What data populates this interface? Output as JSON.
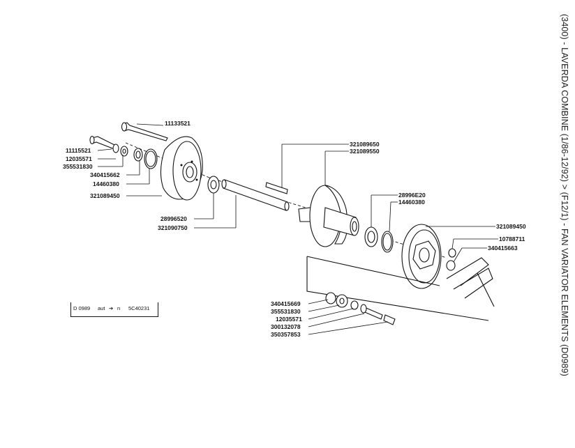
{
  "title": "(3400) - LAVERDA COMBINE (1/86-12/92) > (F12/1) - FAN VARIATOR ELEMENTS (D0989)",
  "code_box": {
    "drawing": "D 0989",
    "range_from": "aut",
    "arrow": "➔",
    "range_to": "n",
    "code": "5C40231"
  },
  "labels": [
    "11133521",
    "11115521",
    "12035571",
    "355531830",
    "340415662",
    "14460380",
    "321089450",
    "28996520",
    "321090750",
    "321089650",
    "321089550",
    "28996E20",
    "14460380",
    "321089450",
    "10788711",
    "340415663",
    "340415669",
    "355531830",
    "12035571",
    "300132078",
    "350357853"
  ]
}
